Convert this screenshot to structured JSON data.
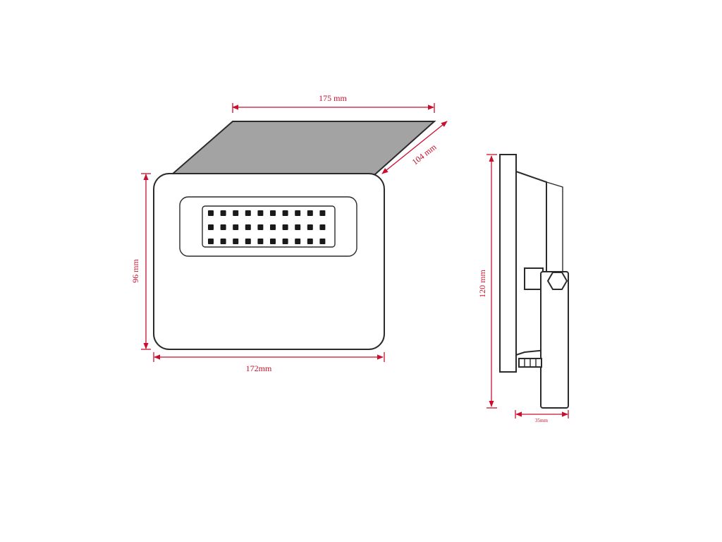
{
  "dimensions": {
    "top_width": "175 mm",
    "depth": "104 mm",
    "front_height": "96 mm",
    "front_width": "172mm",
    "side_height": "120 mm",
    "side_depth": "35mm"
  },
  "led_grid": {
    "rows": 3,
    "columns": 10
  },
  "colors": {
    "dimension_line": "#c8102e",
    "outline": "#2b2b2b",
    "panel_fill": "#a3a3a3"
  }
}
